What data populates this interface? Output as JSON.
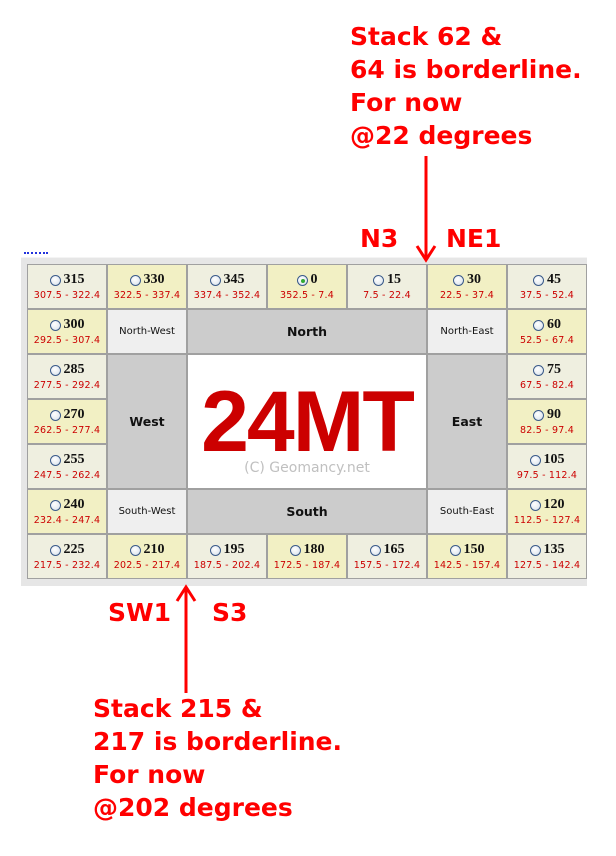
{
  "annotations": {
    "top_note": [
      "Stack 62 &",
      "64  is borderline.",
      "For now",
      "@22 degrees"
    ],
    "bottom_note": [
      "Stack 215 &",
      "217 is borderline.",
      "For now",
      "@202 degrees"
    ],
    "tags": {
      "n3": "N3",
      "ne1": "NE1",
      "sw1": "SW1",
      "s3": "S3"
    },
    "color": "#ff0000"
  },
  "center": {
    "logo": "24MT",
    "copyright": "(C) Geomancy.net"
  },
  "directions": {
    "north_west": "North-West",
    "north": "North",
    "north_east": "North-East",
    "west": "West",
    "east": "East",
    "south_west": "South-West",
    "south": "South",
    "south_east": "South-East"
  },
  "mountains": {
    "m315": {
      "degree": "315",
      "range": "307.5 - 322.4",
      "selected": false
    },
    "m330": {
      "degree": "330",
      "range": "322.5 - 337.4",
      "selected": false
    },
    "m345": {
      "degree": "345",
      "range": "337.4 - 352.4",
      "selected": false
    },
    "m0": {
      "degree": "0",
      "range": "352.5 - 7.4",
      "selected": true
    },
    "m15": {
      "degree": "15",
      "range": "7.5 - 22.4",
      "selected": false
    },
    "m30": {
      "degree": "30",
      "range": "22.5 - 37.4",
      "selected": false
    },
    "m45": {
      "degree": "45",
      "range": "37.5 - 52.4",
      "selected": false
    },
    "m300": {
      "degree": "300",
      "range": "292.5 - 307.4",
      "selected": false
    },
    "m60": {
      "degree": "60",
      "range": "52.5 - 67.4",
      "selected": false
    },
    "m285": {
      "degree": "285",
      "range": "277.5 - 292.4",
      "selected": false
    },
    "m75": {
      "degree": "75",
      "range": "67.5 - 82.4",
      "selected": false
    },
    "m270": {
      "degree": "270",
      "range": "262.5 - 277.4",
      "selected": false
    },
    "m90": {
      "degree": "90",
      "range": "82.5 - 97.4",
      "selected": false
    },
    "m255": {
      "degree": "255",
      "range": "247.5 - 262.4",
      "selected": false
    },
    "m105": {
      "degree": "105",
      "range": "97.5 - 112.4",
      "selected": false
    },
    "m240": {
      "degree": "240",
      "range": "232.4 - 247.4",
      "selected": false
    },
    "m120": {
      "degree": "120",
      "range": "112.5 - 127.4",
      "selected": false
    },
    "m225": {
      "degree": "225",
      "range": "217.5 - 232.4",
      "selected": false
    },
    "m210": {
      "degree": "210",
      "range": "202.5 - 217.4",
      "selected": false
    },
    "m195": {
      "degree": "195",
      "range": "187.5 - 202.4",
      "selected": false
    },
    "m180": {
      "degree": "180",
      "range": "172.5 - 187.4",
      "selected": false
    },
    "m165": {
      "degree": "165",
      "range": "157.5 - 172.4",
      "selected": false
    },
    "m150": {
      "degree": "150",
      "range": "142.5 - 157.4",
      "selected": false
    },
    "m135": {
      "degree": "135",
      "range": "127.5 - 142.4",
      "selected": false
    }
  }
}
